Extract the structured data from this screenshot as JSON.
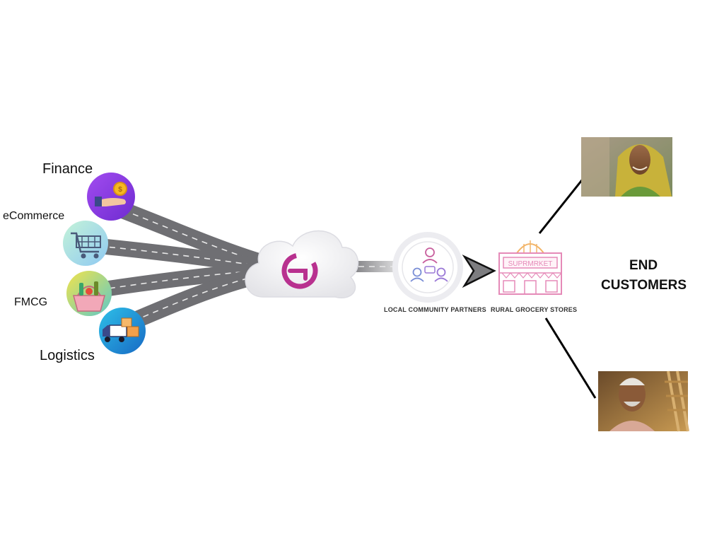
{
  "sources": [
    {
      "label": "Finance",
      "icon": "finance-hand-coin-icon"
    },
    {
      "label": "eCommerce",
      "icon": "shopping-cart-icon"
    },
    {
      "label": "FMCG",
      "icon": "grocery-basket-icon"
    },
    {
      "label": "Logistics",
      "icon": "delivery-truck-icon"
    }
  ],
  "hub": {
    "icon": "cloud-g-logo-icon"
  },
  "partners": {
    "label": "LOCAL COMMUNITY PARTNERS",
    "icon": "community-network-icon"
  },
  "stores": {
    "label": "RURAL GROCERY STORES",
    "sign_text": "SUPRMRKET",
    "icon": "supermarket-store-icon"
  },
  "customers": {
    "line1": "END",
    "line2": "CUSTOMERS"
  },
  "colors": {
    "road": "#6f6f73",
    "road_dash": "#e9e9e9",
    "logo_magenta": "#b8318f",
    "finance_bg": "#8f3ce0",
    "ecommerce_bg": "#9fe3e6",
    "fmcg_bg": "#b5e05a",
    "logistics_bg": "#1e9bd8",
    "store_pink": "#e58ab8",
    "partners_purple": "#9a78d6"
  }
}
